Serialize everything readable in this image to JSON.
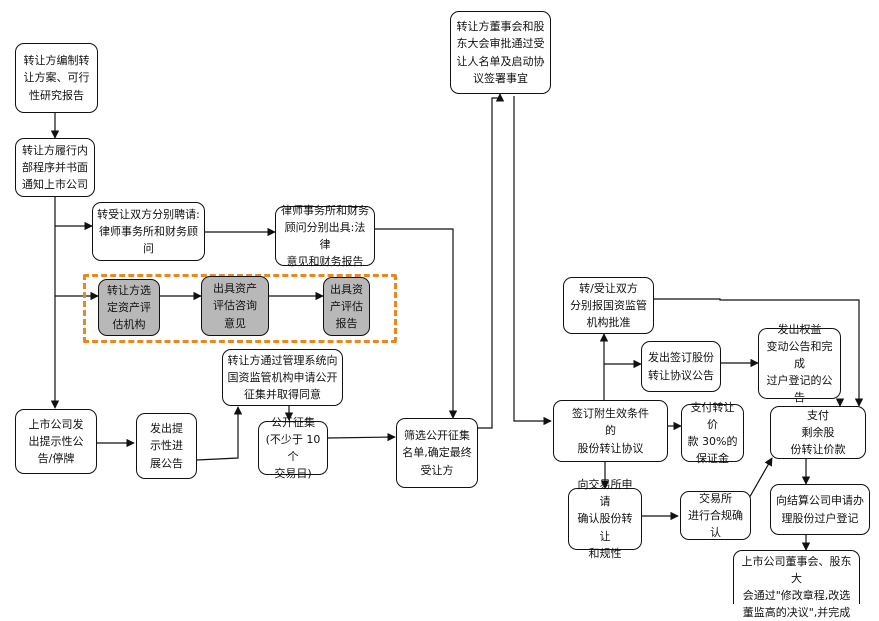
{
  "diagram": {
    "nodes": {
      "n1": "转让方编制转\n让方案、可行\n性研究报告",
      "n2": "转让方履行内\n部程序并书面\n通知上市公司",
      "n3": "转受让双方分别聘请:\n律师事务所和财务顾\n问",
      "n4": "律师事务所和财务\n顾问分别出具:法律\n意见和财务报告",
      "n5": "转让方选\n定资产评\n估机构",
      "n6": "出具资产\n评估咨询\n意见",
      "n7": "出具资\n产评估\n报告",
      "n8": "转让方通过管理系统向\n国资监管机构申请公开\n征集并取得同意",
      "n9": "上市公司发\n出提示性公\n告/停牌",
      "n10": "发出提\n示性进\n展公告",
      "n11": "公开征集\n(不少于 10 个\n交易日)",
      "n12": "筛选公开征集\n名单,确定最终\n受让方",
      "n13": "转让方董事会和股\n东大会审批通过受\n让人名单及启动协\n议签署事宜",
      "n14": "转/受让双方\n分别报国资监管\n机构批准",
      "n15": "发出签订股份\n转让协议公告",
      "n16": "发出权益\n变动公告和完成\n过户登记的公告",
      "n17": "签订附生效条件\n的\n股份转让协议",
      "n18": "支付转让价\n款 30%的\n保证金",
      "n19": "支付\n剩余股\n份转让价款",
      "n20": "向交易所申请\n确认股份转让\n和规性",
      "n21": "交易所\n进行合规确认",
      "n22": "向结算公司申请办\n理股份过户登记",
      "n23": "上市公司董事会、股东大\n会通过\"修改章程,改选\n董监高的决议\",并完成"
    }
  }
}
